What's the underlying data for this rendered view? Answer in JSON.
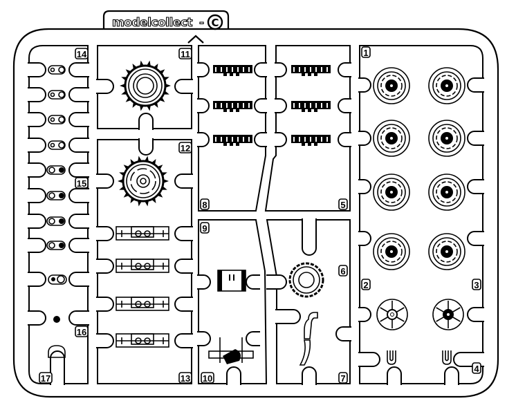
{
  "sprue": {
    "brand": "modelcollect",
    "separator": "-",
    "sprue_letter": "C",
    "part_numbers": {
      "p1": "1",
      "p2": "2",
      "p3": "3",
      "p4": "4",
      "p5": "5",
      "p6": "6",
      "p7": "7",
      "p8": "8",
      "p9": "9",
      "p10": "10",
      "p11": "11",
      "p12": "12",
      "p13": "13",
      "p14": "14",
      "p15": "15",
      "p16": "16",
      "p17": "17"
    }
  },
  "colors": {
    "line": "#000000",
    "background": "#ffffff"
  }
}
